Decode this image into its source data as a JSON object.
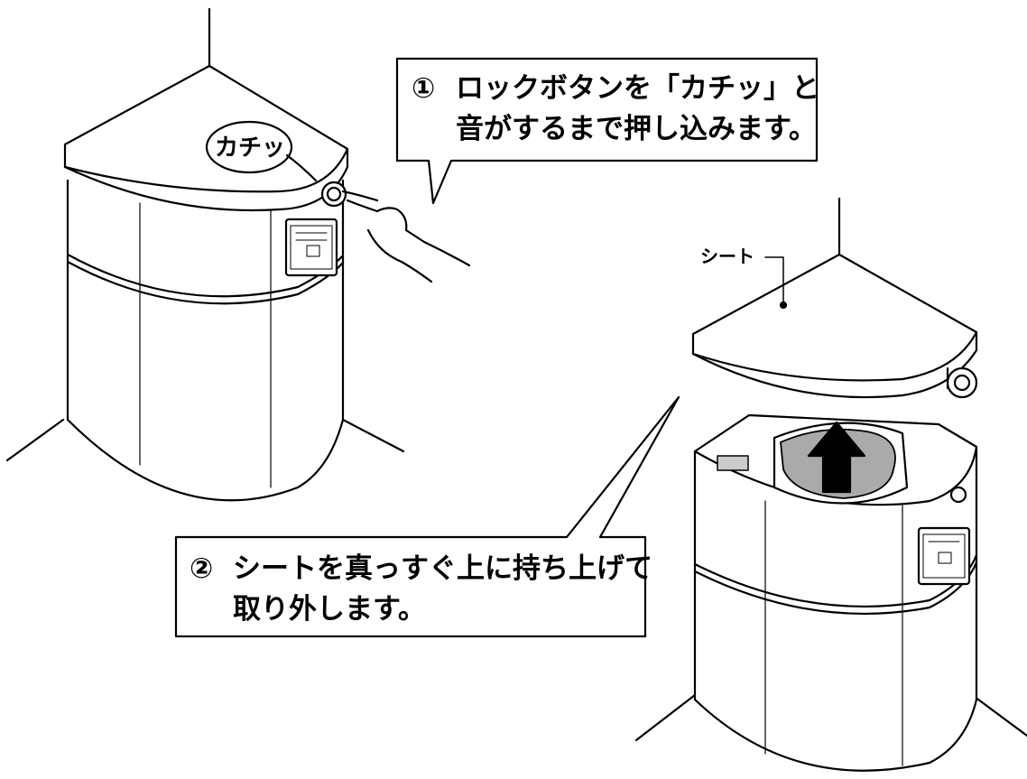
{
  "callouts": {
    "step1": {
      "number": "①",
      "line1": "ロックボタンを「カチッ」と",
      "line2": "音がするまで押し込みます。"
    },
    "step2": {
      "number": "②",
      "line1": "シートを真っすぐ上に持ち上げて",
      "line2": "取り外します。"
    }
  },
  "labels": {
    "click_sound": "カチッ",
    "seat": "シート"
  },
  "colors": {
    "line": "#000000",
    "fill": "#ffffff",
    "arrow": "#000000",
    "bag": "#aaaaaa"
  }
}
